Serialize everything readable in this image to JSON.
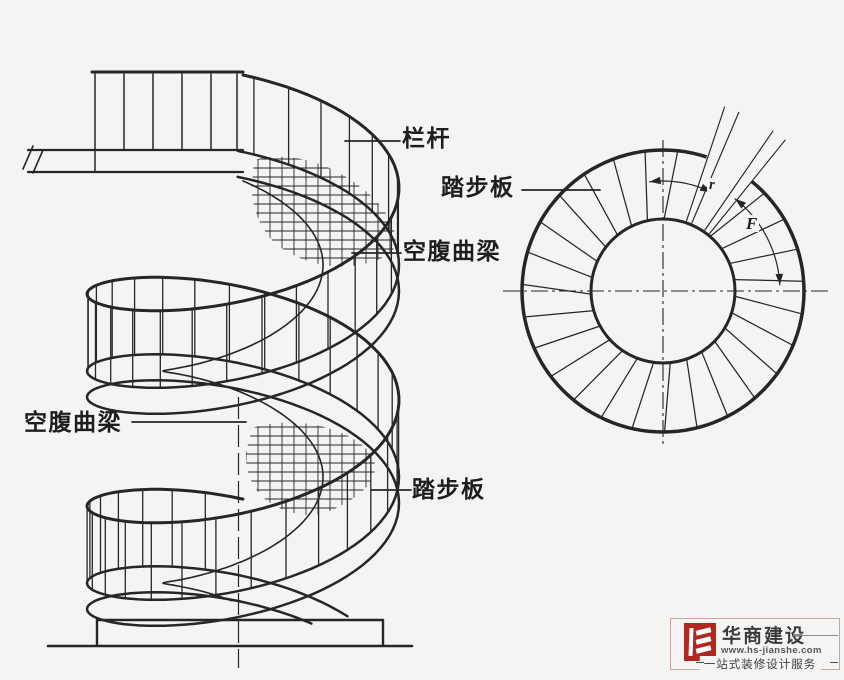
{
  "labels": {
    "railing": "栏杆",
    "tread_plate_plan": "踏步板",
    "open_web_curved_beam_upper": "空腹曲梁",
    "open_web_curved_beam_lower": "空腹曲梁",
    "tread_plate_elevation": "踏步板"
  },
  "plan_dimensions": {
    "dim_r": "r",
    "dim_f": "F"
  },
  "watermark": {
    "brand": "华商建设",
    "url": "www.hs-jianshe.com",
    "tagline": "一站式装修设计服务"
  },
  "colors": {
    "line": "#262626",
    "background": "#f5f4f2",
    "watermark_red": "#b2271d",
    "watermark_frame": "#c6a6a3"
  }
}
